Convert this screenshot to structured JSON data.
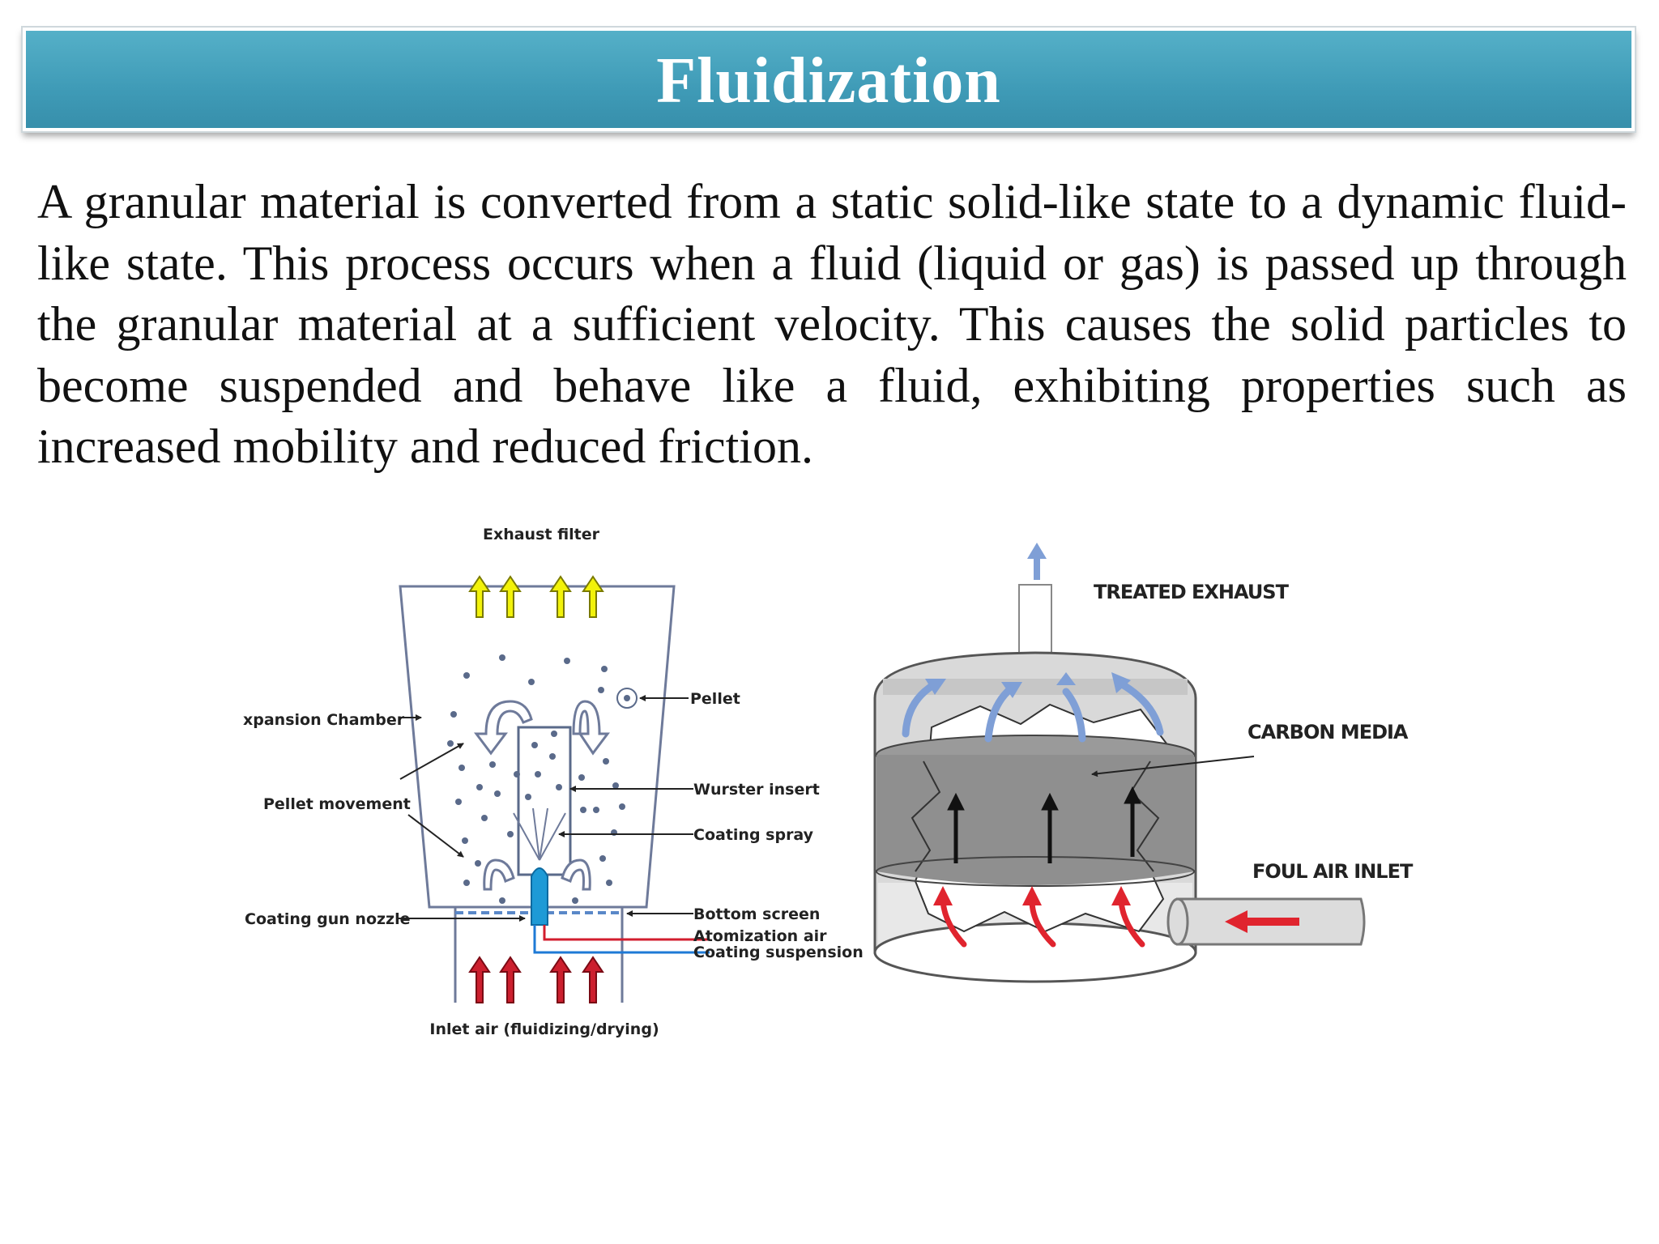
{
  "slide": {
    "title": "Fluidization",
    "body": "A granular material is converted from a static solid-like state to a dynamic fluid-like state. This process occurs when a fluid (liquid or gas) is passed up through the granular material at a sufficient velocity. This causes the solid particles to become suspended and behave like a fluid, exhibiting  properties such as increased mobility and reduced friction."
  },
  "wurster_diagram": {
    "exhaust_filter": "Exhaust filter",
    "expansion_chamber": "xpansion Chamber",
    "pellet": "Pellet",
    "pellet_movement": "Pellet movement",
    "wurster_insert": "Wurster insert",
    "coating_spray": "Coating spray",
    "coating_gun_nozzle": "Coating gun nozzle",
    "bottom_screen": "Bottom screen",
    "atomization_air": "Atomization air",
    "coating_suspension": "Coating suspension",
    "inlet_air": "Inlet air (fluidizing/drying)"
  },
  "carbon_diagram": {
    "treated_exhaust": "TREATED EXHAUST",
    "carbon_media": "CARBON MEDIA",
    "foul_air_inlet": "FOUL AIR INLET"
  },
  "colors": {
    "title_bar": "#3f9bb7",
    "exhaust_arrow": "#f2f20a",
    "inlet_arrow": "#cc1f2e",
    "nozzle": "#1e9ad6",
    "treated_arrow": "#7f9fd6",
    "foul_arrow": "#e0242e"
  }
}
